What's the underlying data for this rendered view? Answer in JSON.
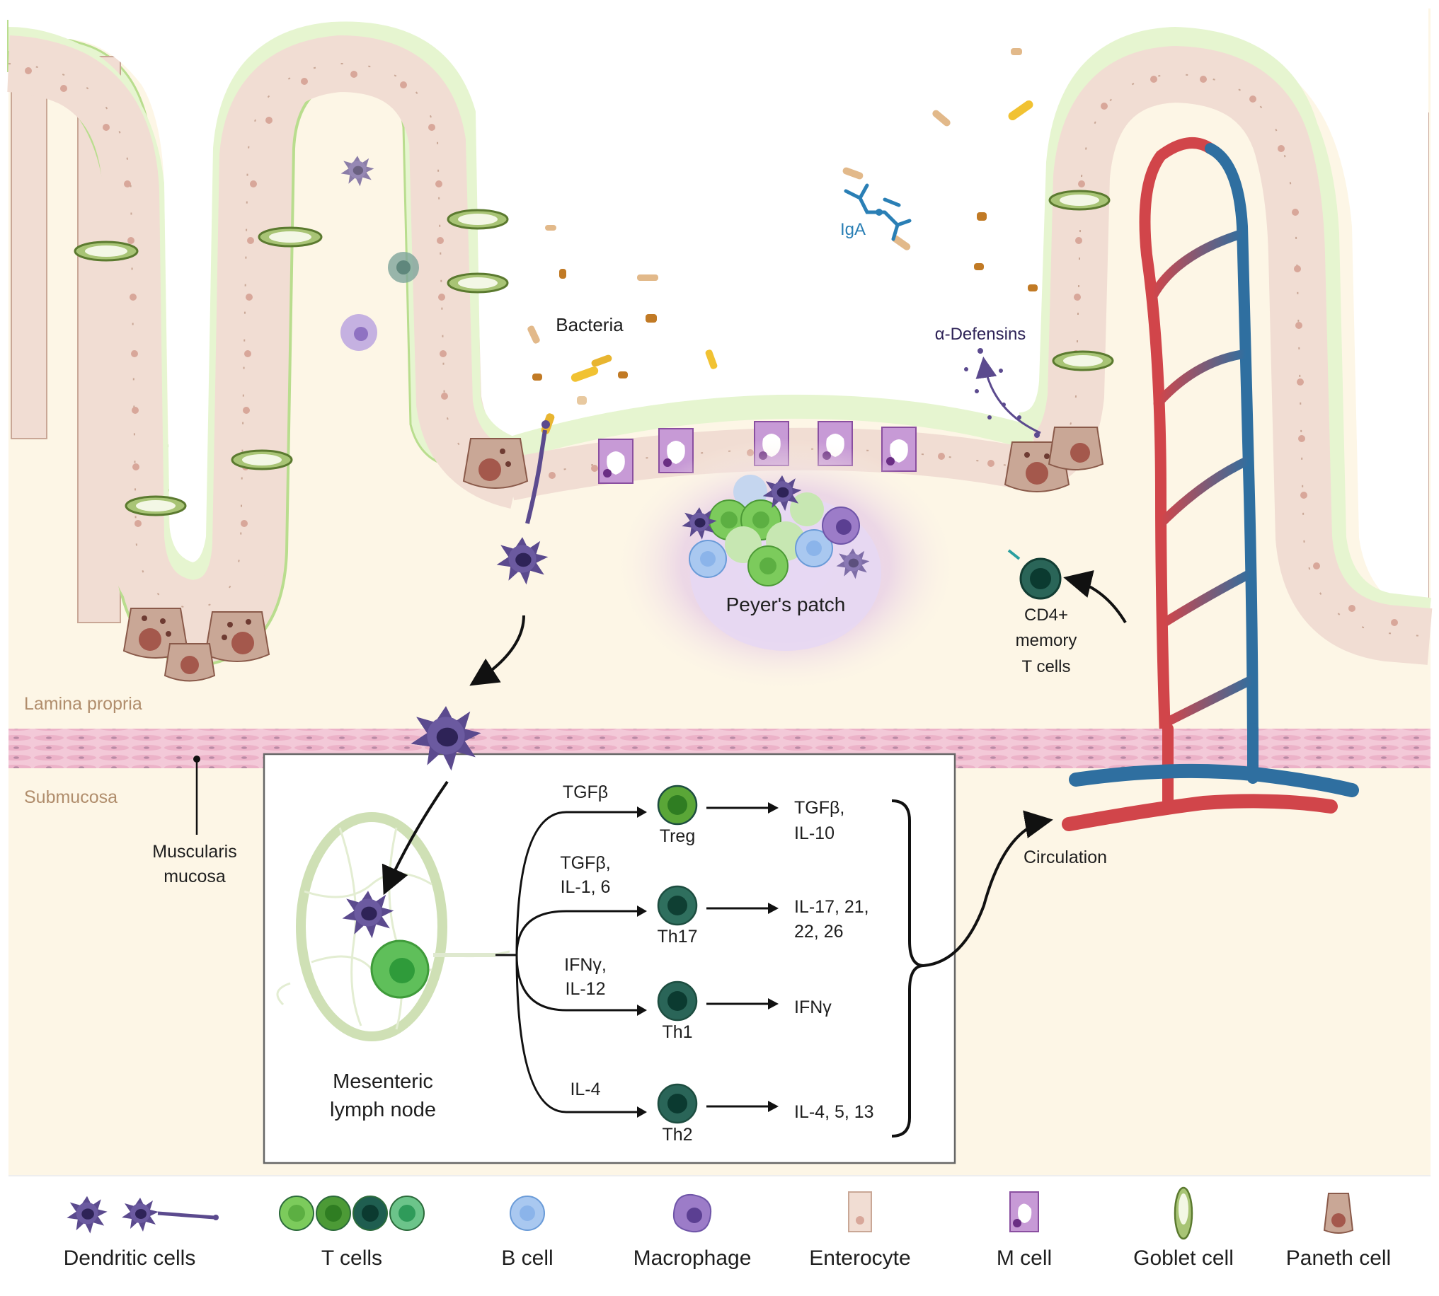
{
  "labels": {
    "bacteria": "Bacteria",
    "iga": "IgA",
    "defensins": "α-Defensins",
    "peyers_patch": "Peyer's patch",
    "cd4_line1": "CD4+",
    "cd4_line2": "memory",
    "cd4_line3": "T cells",
    "lamina_propria": "Lamina propria",
    "submucosa": "Submucosa",
    "muscularis_line1": "Muscularis",
    "muscularis_line2": "mucosa",
    "circulation": "Circulation",
    "lymph_line1": "Mesenteric",
    "lymph_line2": "lymph node"
  },
  "pathways": [
    {
      "inducer": [
        "TGFβ"
      ],
      "cell": "Treg",
      "outputs": [
        "TGFβ,",
        "IL-10"
      ],
      "color": "#5aa637",
      "core": "#2f7d22"
    },
    {
      "inducer": [
        "TGFβ,",
        "IL-1, 6"
      ],
      "cell": "Th17",
      "outputs": [
        "IL-17, 21,",
        "22, 26"
      ],
      "color": "#2f6f5e",
      "core": "#0f3f33"
    },
    {
      "inducer": [
        "IFNγ,",
        "IL-12"
      ],
      "cell": "Th1",
      "outputs": [
        "IFNγ"
      ],
      "color": "#2a6558",
      "core": "#0b3a30"
    },
    {
      "inducer": [
        "IL-4"
      ],
      "cell": "Th2",
      "outputs": [
        "IL-4, 5, 13"
      ],
      "color": "#2a6558",
      "core": "#0b3a30"
    }
  ],
  "legend": [
    {
      "label": "Dendritic cells",
      "icon": "dendritic-cell-icon"
    },
    {
      "label": "T cells",
      "icon": "t-cell-icon"
    },
    {
      "label": "B cell",
      "icon": "b-cell-icon"
    },
    {
      "label": "Macrophage",
      "icon": "macrophage-icon"
    },
    {
      "label": "Enterocyte",
      "icon": "enterocyte-icon"
    },
    {
      "label": "M cell",
      "icon": "m-cell-icon"
    },
    {
      "label": "Goblet cell",
      "icon": "goblet-cell-icon"
    },
    {
      "label": "Paneth cell",
      "icon": "paneth-cell-icon"
    }
  ],
  "colors": {
    "lamina": "#fdf6e6",
    "mucus": "#e6f5d0",
    "enterocyte": "#f1ddd3",
    "dendritic": "#5b4a8e",
    "artery": "#d1454a",
    "vein": "#2f6fa0",
    "muscularis": "#efbdd0"
  }
}
